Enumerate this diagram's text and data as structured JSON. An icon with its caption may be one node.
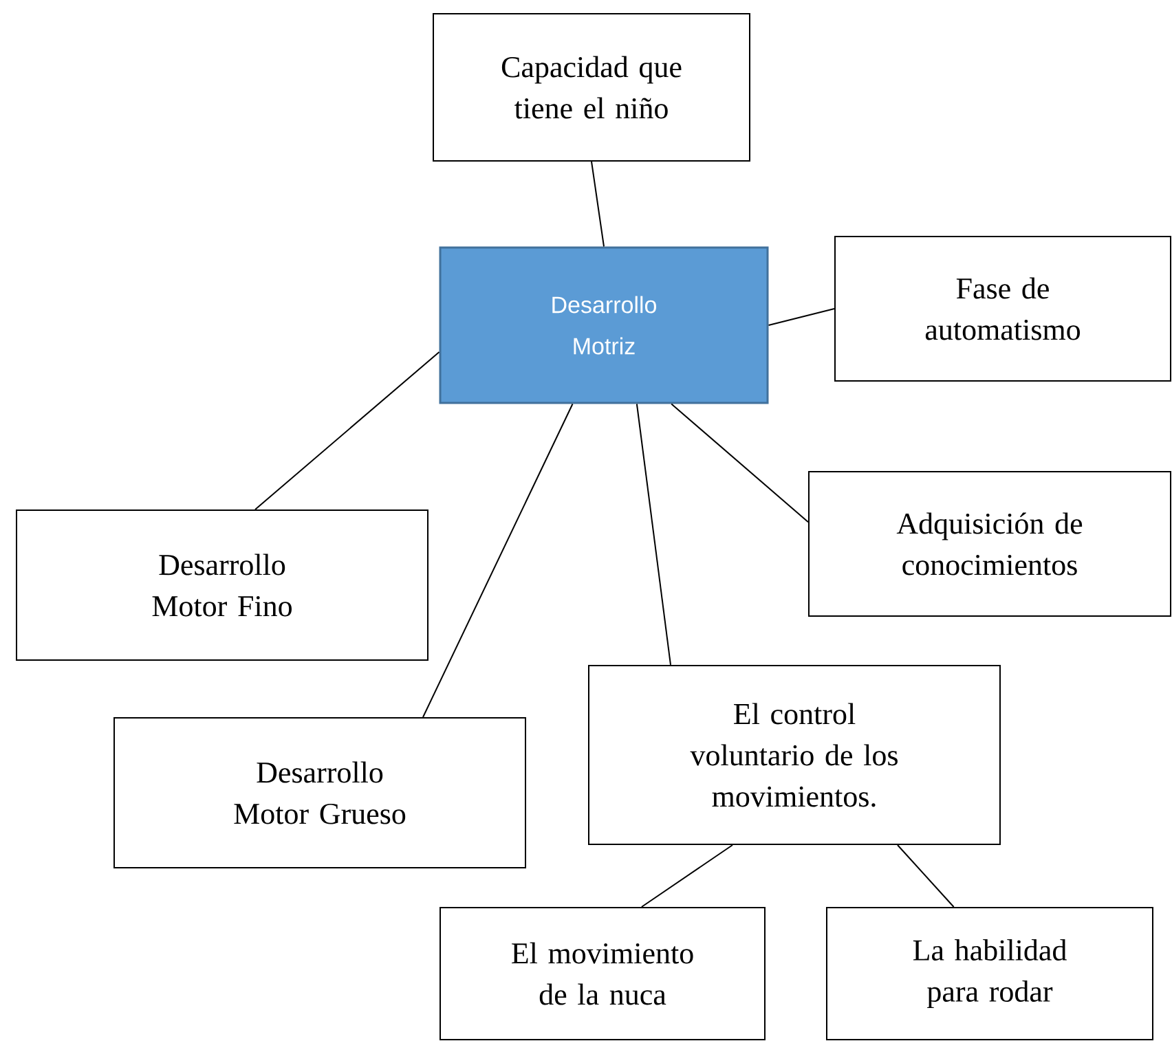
{
  "diagram": {
    "nodes": [
      {
        "text": [
          "Capacidad que tiene el niño"
        ]
      },
      {
        "text": [
          "Desarrollo Motriz"
        ]
      },
      {
        "text": [
          "Fase de automatismo"
        ]
      },
      {
        "text": [
          "Desarrollo Motor Fino"
        ]
      },
      {
        "text": [
          "Adquisición de conocimientos"
        ]
      },
      {
        "text": [
          "Desarrollo Motor Grueso"
        ]
      },
      {
        "text": [
          "El control voluntario de los movimientos."
        ]
      },
      {
        "text": [
          "El movimiento de la nuca"
        ]
      },
      {
        "text": [
          "La habilidad para rodar"
        ]
      }
    ],
    "edges": [
      {
        "from": 0,
        "to": 1,
        "arrow": "none"
      },
      {
        "from": 1,
        "to": 2,
        "arrow": "none"
      },
      {
        "from": 1,
        "to": 3,
        "arrow": "none"
      },
      {
        "from": 1,
        "to": 5,
        "arrow": "none"
      },
      {
        "from": 1,
        "to": 6,
        "arrow": "none"
      },
      {
        "from": 1,
        "to": 4,
        "arrow": "none"
      },
      {
        "from": 6,
        "to": 7,
        "arrow": "none"
      },
      {
        "from": 6,
        "to": 8,
        "arrow": "none"
      }
    ]
  }
}
